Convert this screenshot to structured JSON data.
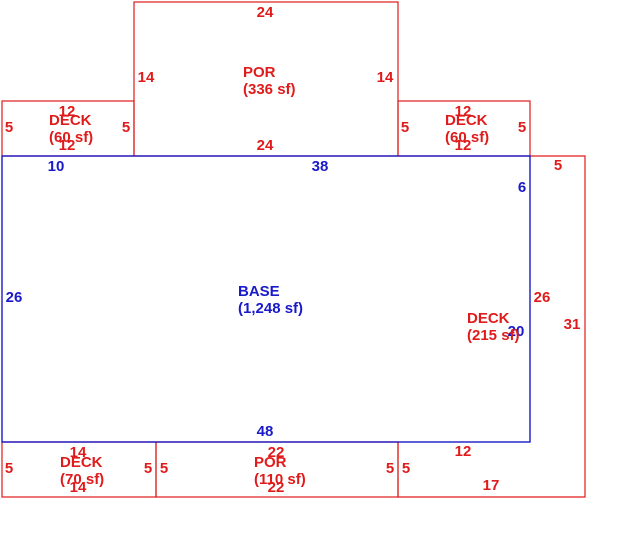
{
  "colors": {
    "por_deck": "#e01b1b",
    "base": "#1a1ac8"
  },
  "areas": {
    "top_por": {
      "name": "POR",
      "area": "(336 sf)",
      "top": "24",
      "bottom": "24",
      "left": "14",
      "right": "14"
    },
    "left_deck": {
      "name": "DECK",
      "area": "(60 sf)",
      "top": "12",
      "bottom": "12",
      "left": "5",
      "right": "5"
    },
    "right_deck": {
      "name": "DECK",
      "area": "(60 sf)",
      "top": "12",
      "bottom": "12",
      "left": "5",
      "right": "5"
    },
    "base": {
      "name": "BASE",
      "area": "(1,248 sf)",
      "top_left": "10",
      "top_right": "38",
      "left": "26",
      "right_top": "6",
      "right_bottom": "20",
      "bottom": "48"
    },
    "side_deck": {
      "name": "DECK",
      "area": "(215 sf)",
      "top": "5",
      "inner_left": "26",
      "right": "31",
      "inner_bottom": "12",
      "bottom": "17"
    },
    "bottom_left_deck": {
      "name": "DECK",
      "area": "(70 sf)",
      "top": "14",
      "bottom": "14",
      "left": "5",
      "right": "5"
    },
    "bottom_por": {
      "name": "POR",
      "area": "(110 sf)",
      "top": "22",
      "bottom": "22",
      "left": "5",
      "right": "5"
    },
    "corner_extra": {
      "left": "5"
    }
  }
}
